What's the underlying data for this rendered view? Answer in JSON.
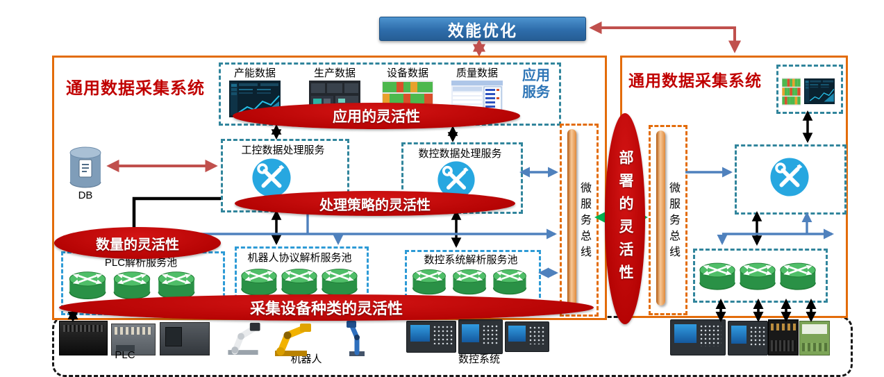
{
  "header": {
    "efficiency_label": "效能优化"
  },
  "left_system": {
    "title": "通用数据采集系统",
    "app_box": {
      "label": "应用服务",
      "items": [
        {
          "name": "产能数据"
        },
        {
          "name": "生产数据"
        },
        {
          "name": "设备数据"
        },
        {
          "name": "质量数据"
        }
      ]
    },
    "flexibility_application": "应用的灵活性",
    "service_industrial": "工控数据处理服务",
    "service_cnc": "数控数据处理服务",
    "flexibility_strategy": "处理策略的灵活性",
    "flexibility_quantity": "数量的灵活性",
    "pool_plc": "PLC解析服务池",
    "pool_robot": "机器人协议解析服务池",
    "pool_cnc": "数控系统解析服务池",
    "flexibility_device_types": "采集设备种类的灵活性",
    "db_label": "DB",
    "bus_label": "微服务总线"
  },
  "deployment": {
    "flexibility_deployment": "部署的灵活性"
  },
  "right_system": {
    "title": "通用数据采集系统",
    "bus_label": "微服务总线"
  },
  "device_layer": {
    "plc_label": "PLC",
    "robot_label": "机器人",
    "cnc_label": "数控系统"
  },
  "icons": {
    "service_icon": "tools-icon",
    "pool_icon": "router-icon",
    "database_icon": "database-cylinder-icon"
  },
  "colors": {
    "frame_orange": "#E36C0A",
    "title_red": "#C00000",
    "ellipse_red": "#B30202",
    "teal_dashed": "#31859C",
    "pool_blue_dashed": "#2E9BD6",
    "header_blue": "#2E75B6",
    "connector_blue": "#4F81BD",
    "arrow_red": "#C0504D",
    "link_green": "#00B050",
    "router_green": "#2EAD4B",
    "service_icon_blue": "#29A8E0"
  }
}
